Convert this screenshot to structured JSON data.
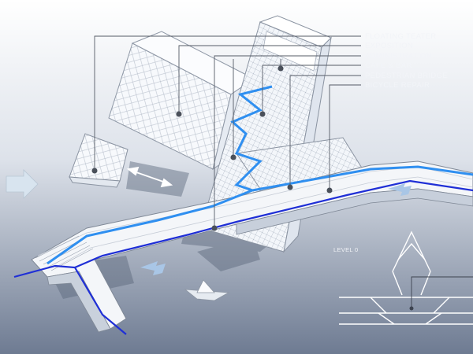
{
  "legend": [
    "FLOATING TEATER",
    "EXPOSITION",
    "ADMINISTRATION",
    "CAFE & BAR",
    "PEDESTRIAN BRIDGE",
    "BICYCLE REPAIR"
  ],
  "level_label": "LEVEL 0",
  "colors": {
    "background_top": "#ffffff",
    "background_bottom": "#6e7b92",
    "bike_path": "#1f2fd6",
    "pedestrian_path": "#2f8ff0",
    "callout_line": "#555b66",
    "arrow_fill": "#d8e4ef",
    "arrow_blue": "#a9c6e6"
  },
  "icons": [
    "direction-arrow-icon",
    "double-arrow-icon",
    "paper-boat-icon",
    "callout-dot-icon"
  ]
}
